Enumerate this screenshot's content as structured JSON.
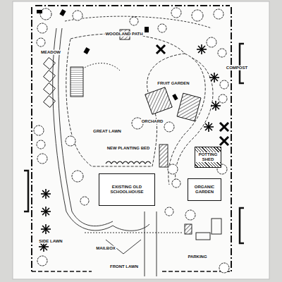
{
  "diagram": {
    "nodes": [
      {
        "text": [
          "EXISTING OLD SCHOOLHOUSE"
        ]
      },
      {
        "text": [
          "POTTING SHED"
        ]
      },
      {
        "text": [
          "ORGANIC GARDEN"
        ]
      }
    ],
    "labels": [
      "GREAT LAWN",
      "FRUIT GARDEN",
      "ORCHARD",
      "NEW PLANTING BED",
      "WOODLAND PATH",
      "SIDE LAWN",
      "FRONT LAWN",
      "MAILBOX",
      "PARKING",
      "MEADOW",
      "COMPOST"
    ]
  }
}
